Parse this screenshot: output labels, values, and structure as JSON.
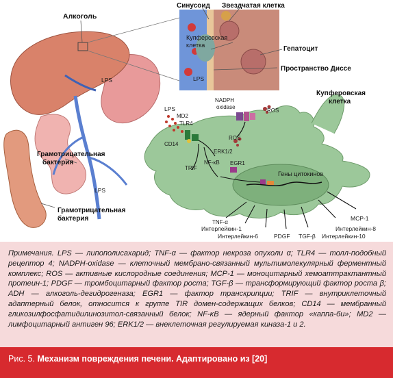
{
  "labels": {
    "alcohol": "Алкоголь",
    "sinusoid": "Синусоид",
    "stellate_cell": "Звездчатая клетка",
    "kupffer_cell_inset_1": "Купферовская",
    "kupffer_cell_inset_2": "клетка",
    "hepatocyte": "Гепатоцит",
    "disse_space": "Пространство Диссе",
    "lps_inset": "LPS",
    "lps_liver": "LPS",
    "lps_cell": "LPS",
    "lps_bottom": "LPS",
    "gram_neg_1_line1": "Грамотрицательная",
    "gram_neg_1_line2": "бактерия",
    "gram_neg_2_line1": "Грамотрицательная",
    "gram_neg_2_line2": "бактерия",
    "kupffer_cell_1": "Купферовская",
    "kupffer_cell_2": "клетка",
    "nadph_1": "NADPH",
    "nadph_2": "oxidase",
    "ros_1": "ROS",
    "ros_2": "ROS",
    "md2": "MD2",
    "tlr4": "TLR4",
    "cd14": "CD14",
    "erk": "ERK1/2",
    "nfkb": "NF-κB",
    "trif": "TRIF",
    "egr1": "EGR1",
    "cytokine_genes": "Гены цитокинов",
    "mcp1": "MCP-1",
    "il8": "Интерлейкин-8",
    "il10": "Интерлейкин-10",
    "tgfb": "TGF-β",
    "pdgf": "PDGF",
    "il6": "Интерлейкин-6",
    "il1": "Интерлейкин-1",
    "tnfa": "TNF-α"
  },
  "notes": {
    "text": "Примечания. LPS — липополисахарид; TNF-α — фактор некроза опухоли α; TLR4 — толл-подобный рецептор 4; NADPH-oxidase — клеточный мембрано-связанный мультимолекулярный ферментный комплекс; ROS — активные кислородные соединения; MCP-1 — моноцитарный хемоаттрактантный протеин-1; PDGF — тромбоцитарный фактор роста; TGF-β — трансформирующий фактор роста β; ADH — алкоголь-дегидрогеназа; EGR1 — фактор транскрипции; TRIF — внутриклеточный адаптерный белок, относится к группе TIR домен-содержащих белков; CD14 — мембранный гликозилфосфатидилинозитол-связанный белок; NF-κB — ядерный фактор «каппа-би»; MD2 — лимфоцитарный антиген 96; ERK1/2 — внеклеточная регулируемая киназа-1 и 2."
  },
  "caption": {
    "lead": "Рис. 5.",
    "title": "Механизм повреждения печени. Адаптировано из [20]"
  },
  "colors": {
    "caption_bg": "#d72a2f",
    "notes_bg": "#f6dadb",
    "cell_fill": "#9cc89a",
    "liver_fill": "#d9826a"
  }
}
